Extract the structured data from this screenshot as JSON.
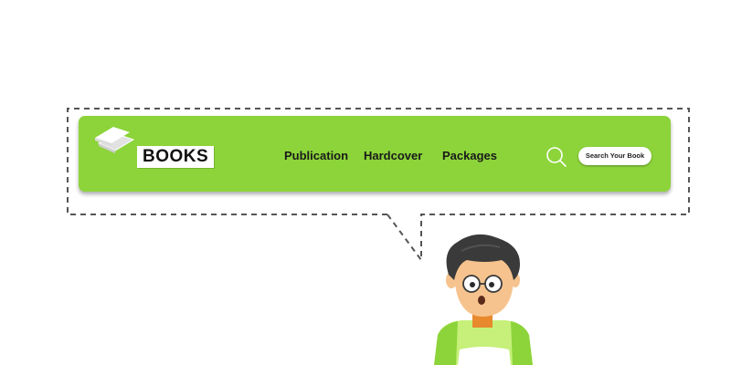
{
  "brand": {
    "name": "BOOKS",
    "navbar_color": "#8cd43a",
    "logo_icon": "stacked-books-icon"
  },
  "nav": {
    "items": [
      {
        "label": "Publication"
      },
      {
        "label": "Hardcover"
      },
      {
        "label": "Packages"
      }
    ]
  },
  "search": {
    "icon": "search-icon",
    "button_label": "Search Your Book"
  },
  "illustration": {
    "subject": "person-with-glasses-icon",
    "shirt_color": "#8cd43a"
  }
}
